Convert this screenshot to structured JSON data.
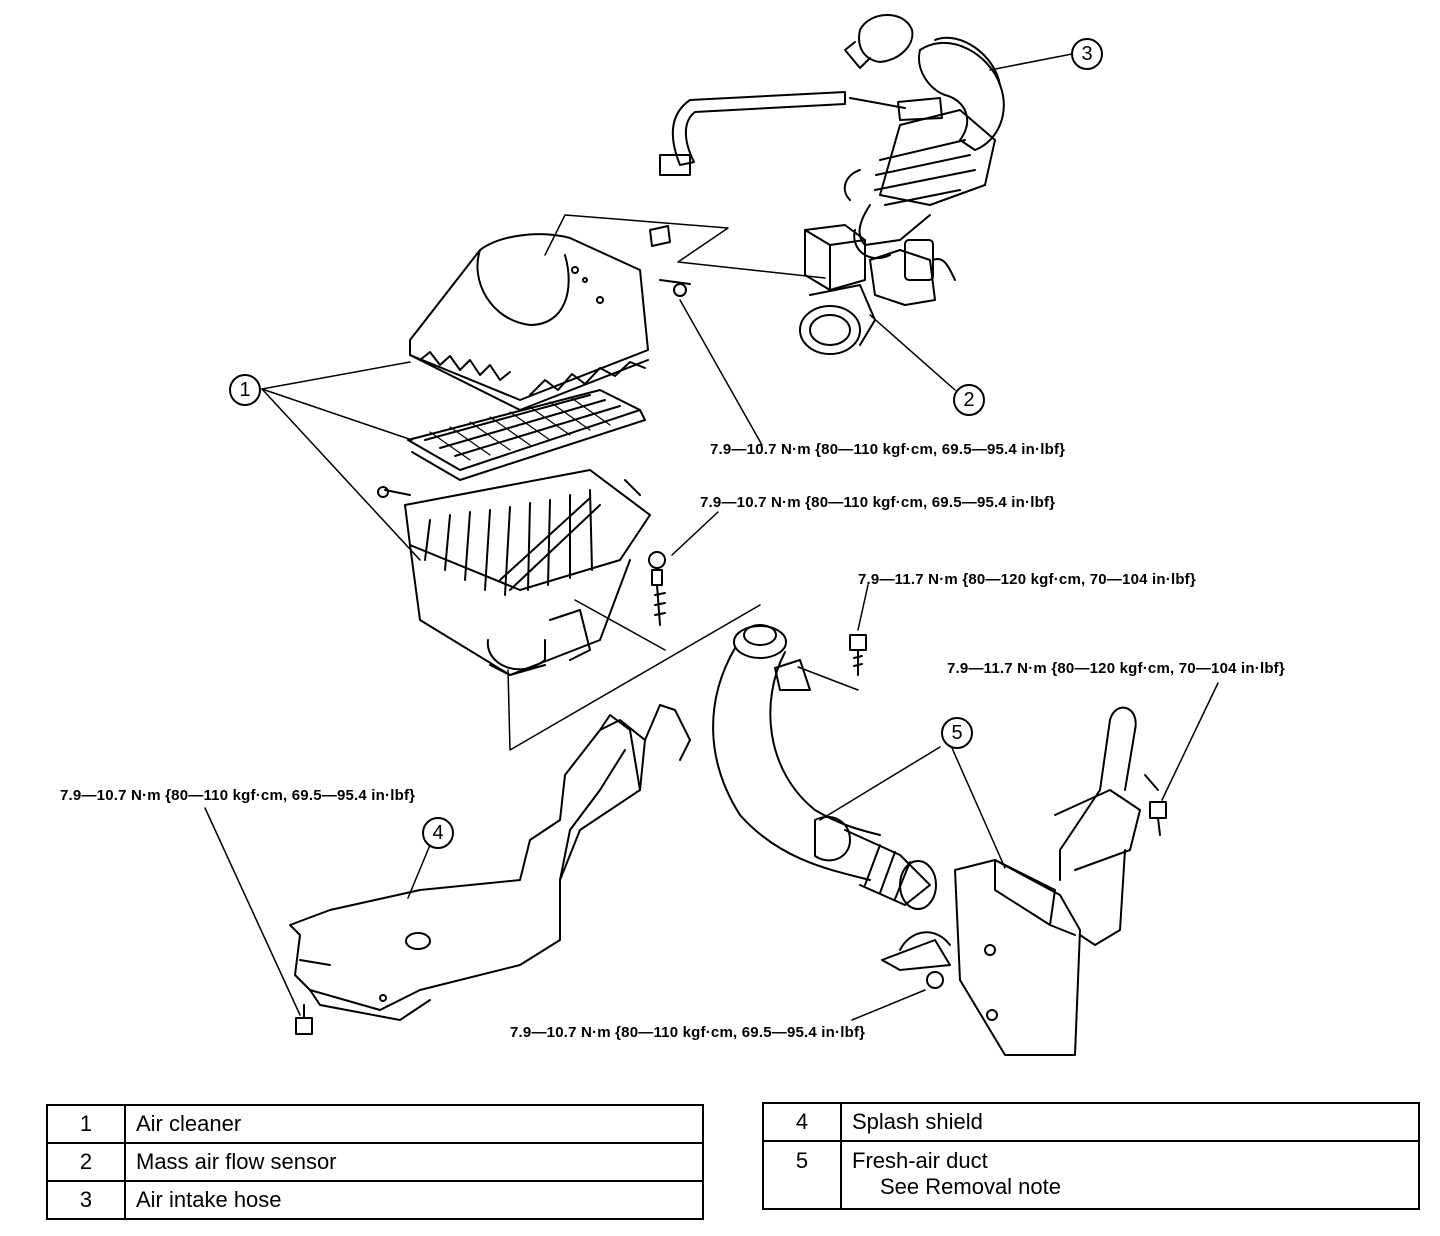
{
  "callouts": [
    "1",
    "2",
    "3",
    "4",
    "5"
  ],
  "torque_specs": {
    "mount_screw": "7.9—10.7 N·m {80—110 kgf·cm, 69.5—95.4 in·lbf}",
    "cleaner_bolt": "7.9—10.7 N·m {80—110 kgf·cm, 69.5—95.4 in·lbf}",
    "duct_bolt_upper": "7.9—11.7 N·m {80—120 kgf·cm, 70—104 in·lbf}",
    "duct_bolt_right": "7.9—11.7 N·m {80—120 kgf·cm, 70—104 in·lbf}",
    "shield_bolt": "7.9—10.7 N·m {80—110 kgf·cm, 69.5—95.4 in·lbf}",
    "duct_nut": "7.9—10.7 N·m {80—110 kgf·cm, 69.5—95.4 in·lbf}"
  },
  "legend_left": [
    {
      "num": "1",
      "label": "Air cleaner"
    },
    {
      "num": "2",
      "label": "Mass air flow sensor"
    },
    {
      "num": "3",
      "label": "Air intake hose"
    }
  ],
  "legend_right": [
    {
      "num": "4",
      "label": "Splash shield"
    },
    {
      "num": "5",
      "label": "Fresh-air duct",
      "note": "See Removal note"
    }
  ]
}
